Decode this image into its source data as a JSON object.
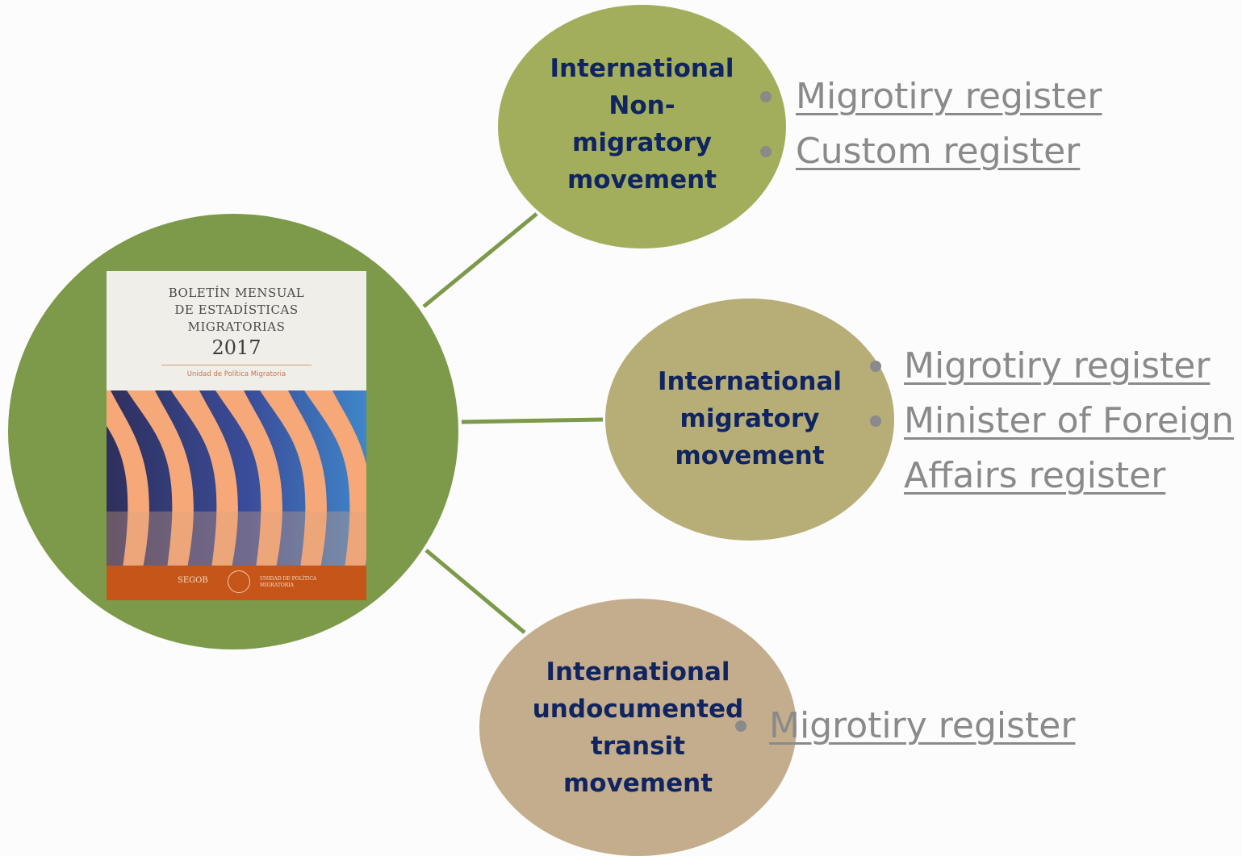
{
  "colors": {
    "hub": "#7c9a49",
    "node_non_migratory": "#a2ae5c",
    "node_migratory": "#b7ad77",
    "node_transit": "#c4ad8c",
    "node_text": "#0f2460",
    "register_text": "#8a8a8a",
    "connector": "#7c9a49",
    "cover_footer": "#c55518",
    "cover_waves": "#f6a878"
  },
  "cover": {
    "title_lines": [
      "BOLETÍN MENSUAL",
      "DE ESTADÍSTICAS",
      "MIGRATORIAS"
    ],
    "year": "2017",
    "unit": "Unidad de Política Migratoria",
    "footer_left": "SEGOB",
    "footer_right_lines": [
      "UNIDAD DE POLÍTICA",
      "MIGRATORIA"
    ]
  },
  "nodes": [
    {
      "id": "non-migratory",
      "label_lines": [
        "International",
        "Non-",
        "migratory",
        "movement"
      ],
      "registers": [
        {
          "lines": [
            "Migrotiry register"
          ]
        },
        {
          "lines": [
            "Custom register"
          ]
        }
      ]
    },
    {
      "id": "migratory",
      "label_lines": [
        "International",
        "migratory",
        "movement"
      ],
      "registers": [
        {
          "lines": [
            "Migrotiry register"
          ]
        },
        {
          "lines": [
            "Minister of Foreign",
            "Affairs  register"
          ]
        }
      ]
    },
    {
      "id": "undocumented-transit",
      "label_lines": [
        "International",
        "undocumented",
        "transit",
        "movement"
      ],
      "registers": [
        {
          "lines": [
            "Migrotiry register"
          ]
        }
      ]
    }
  ]
}
